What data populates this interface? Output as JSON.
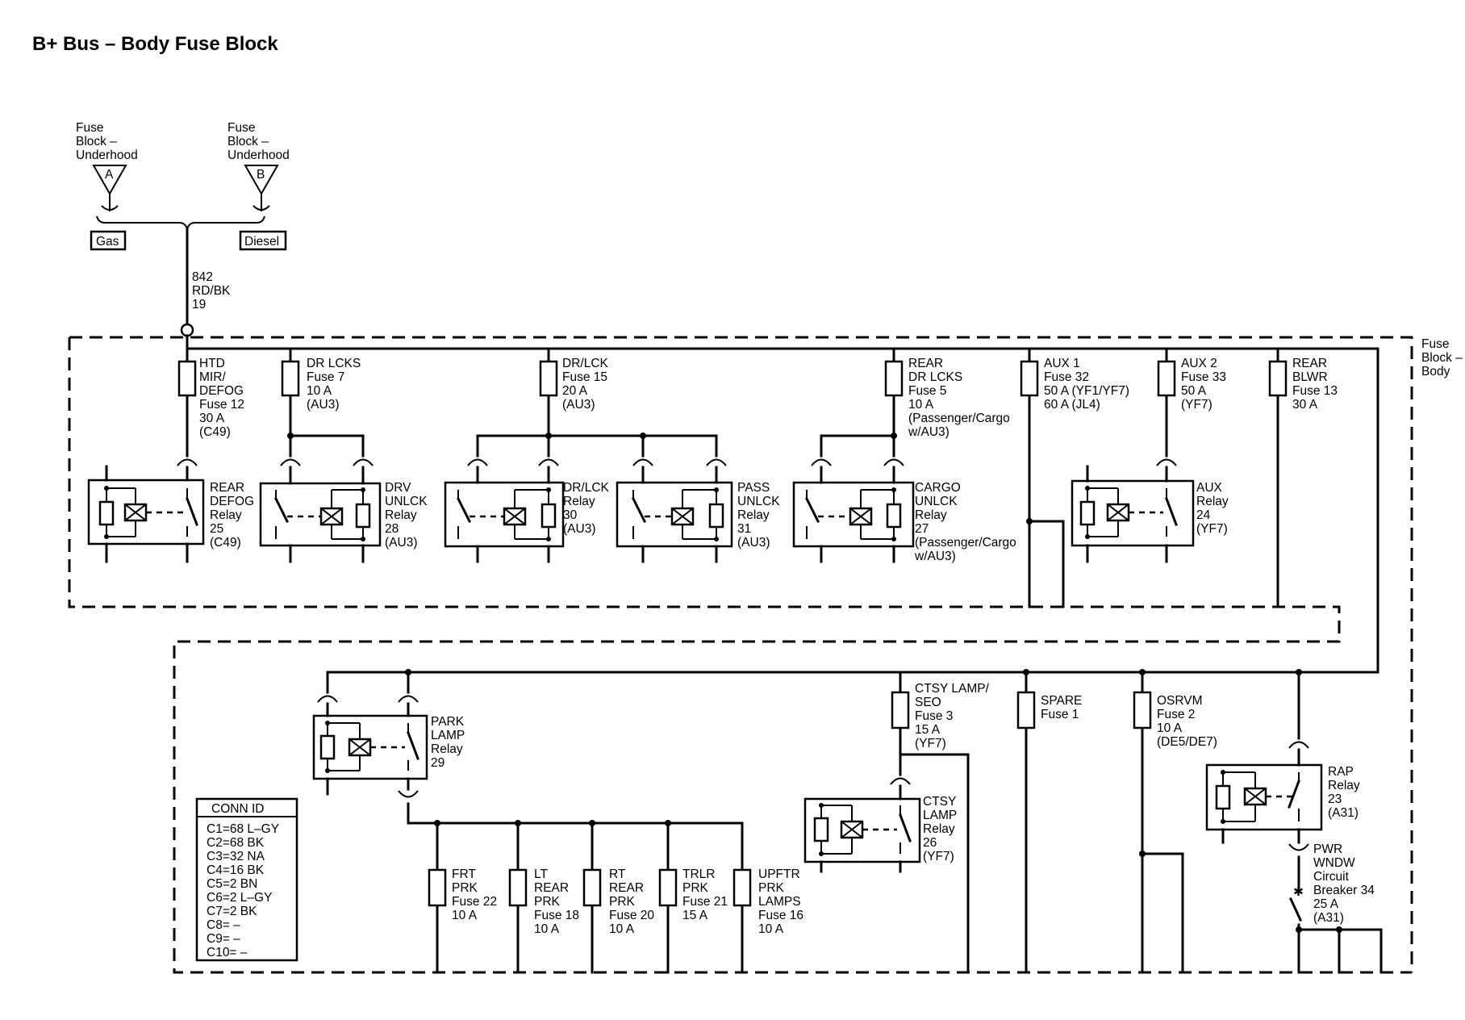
{
  "title": "B+ Bus – Body Fuse Block",
  "sources": [
    {
      "lines": [
        "Fuse",
        "Block –",
        "Underhood"
      ],
      "letter": "A",
      "tag": "Gas"
    },
    {
      "lines": [
        "Fuse",
        "Block –",
        "Underhood"
      ],
      "letter": "B",
      "tag": "Diesel"
    }
  ],
  "feed_wire": [
    "842",
    "RD/BK",
    "19"
  ],
  "block_label": [
    "Fuse",
    "Block –",
    "Body"
  ],
  "upper_fuses": [
    {
      "lines": [
        "HTD",
        "MIR/",
        "DEFOG",
        "Fuse 12",
        "30 A",
        "(C49)"
      ]
    },
    {
      "lines": [
        "DR LCKS",
        "Fuse 7",
        "10 A",
        "(AU3)"
      ]
    },
    {
      "lines": [
        "DR/LCK",
        "Fuse 15",
        "20 A",
        "(AU3)"
      ]
    },
    {
      "lines": [
        "REAR",
        "DR LCKS",
        "Fuse 5",
        "10 A",
        "(Passenger/Cargo",
        "w/AU3)"
      ]
    },
    {
      "lines": [
        "AUX 1",
        "Fuse 32",
        "50 A (YF1/YF7)",
        "60 A (JL4)"
      ]
    },
    {
      "lines": [
        "AUX 2",
        "Fuse 33",
        "50 A",
        "(YF7)"
      ]
    },
    {
      "lines": [
        "REAR",
        "BLWR",
        "Fuse 13",
        "30 A"
      ]
    }
  ],
  "upper_relays": [
    {
      "lines": [
        "REAR",
        "DEFOG",
        "Relay",
        "25",
        "(C49)"
      ]
    },
    {
      "lines": [
        "DRV",
        "UNLCK",
        "Relay",
        "28",
        "(AU3)"
      ]
    },
    {
      "lines": [
        "DR/LCK",
        "Relay",
        "30",
        "(AU3)"
      ]
    },
    {
      "lines": [
        "PASS",
        "UNLCK",
        "Relay",
        "31",
        "(AU3)"
      ]
    },
    {
      "lines": [
        "CARGO",
        "UNLCK",
        "Relay",
        "27",
        "(Passenger/Cargo",
        "w/AU3)"
      ]
    },
    {
      "lines": [
        "AUX",
        "Relay",
        "24",
        "(YF7)"
      ]
    }
  ],
  "lower_relays": [
    {
      "lines": [
        "PARK",
        "LAMP",
        "Relay",
        "29"
      ]
    },
    {
      "lines": [
        "CTSY",
        "LAMP",
        "Relay",
        "26",
        "(YF7)"
      ]
    },
    {
      "lines": [
        "RAP",
        "Relay",
        "23",
        "(A31)"
      ]
    }
  ],
  "lower_fuses": [
    {
      "lines": [
        "CTSY LAMP/",
        "SEO",
        "Fuse 3",
        "15 A",
        "(YF7)"
      ]
    },
    {
      "lines": [
        "SPARE",
        "Fuse 1"
      ]
    },
    {
      "lines": [
        "OSRVM",
        "Fuse 2",
        "10 A",
        "(DE5/DE7)"
      ]
    },
    {
      "lines": [
        "FRT",
        "PRK",
        "Fuse 22",
        "10 A"
      ]
    },
    {
      "lines": [
        "LT",
        "REAR",
        "PRK",
        "Fuse 18",
        "10 A"
      ]
    },
    {
      "lines": [
        "RT",
        "REAR",
        "PRK",
        "Fuse 20",
        "10 A"
      ]
    },
    {
      "lines": [
        "TRLR",
        "PRK",
        "Fuse 21",
        "15 A"
      ]
    },
    {
      "lines": [
        "UPFTR",
        "PRK",
        "LAMPS",
        "Fuse 16",
        "10 A"
      ]
    }
  ],
  "breaker": {
    "lines": [
      "PWR",
      "WNDW",
      "Circuit",
      "Breaker 34",
      "25 A",
      "(A31)"
    ]
  },
  "conn_table": {
    "header": "CONN ID",
    "rows": [
      "C1=68 L–GY",
      "C2=68 BK",
      "C3=32 NA",
      "C4=16 BK",
      "C5=2 BN",
      "C6=2 L–GY",
      "C7=2 BK",
      "C8= –",
      "C9= –",
      "C10= –"
    ]
  }
}
